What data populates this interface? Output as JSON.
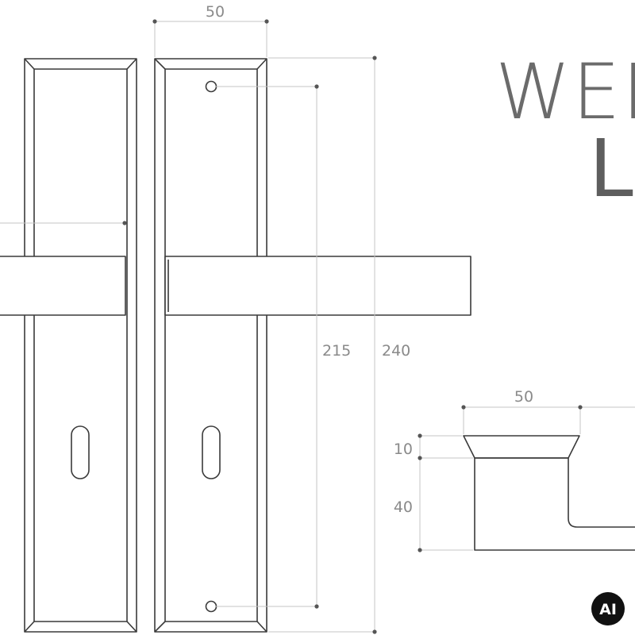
{
  "title": "WEF",
  "subtitle": "L",
  "badge": "AI",
  "front_view": {
    "width_label": "50",
    "hole_spacing_label": "215",
    "height_label": "240"
  },
  "top_view": {
    "width_label": "50",
    "rose_height_label": "10",
    "lever_height_label": "40"
  }
}
